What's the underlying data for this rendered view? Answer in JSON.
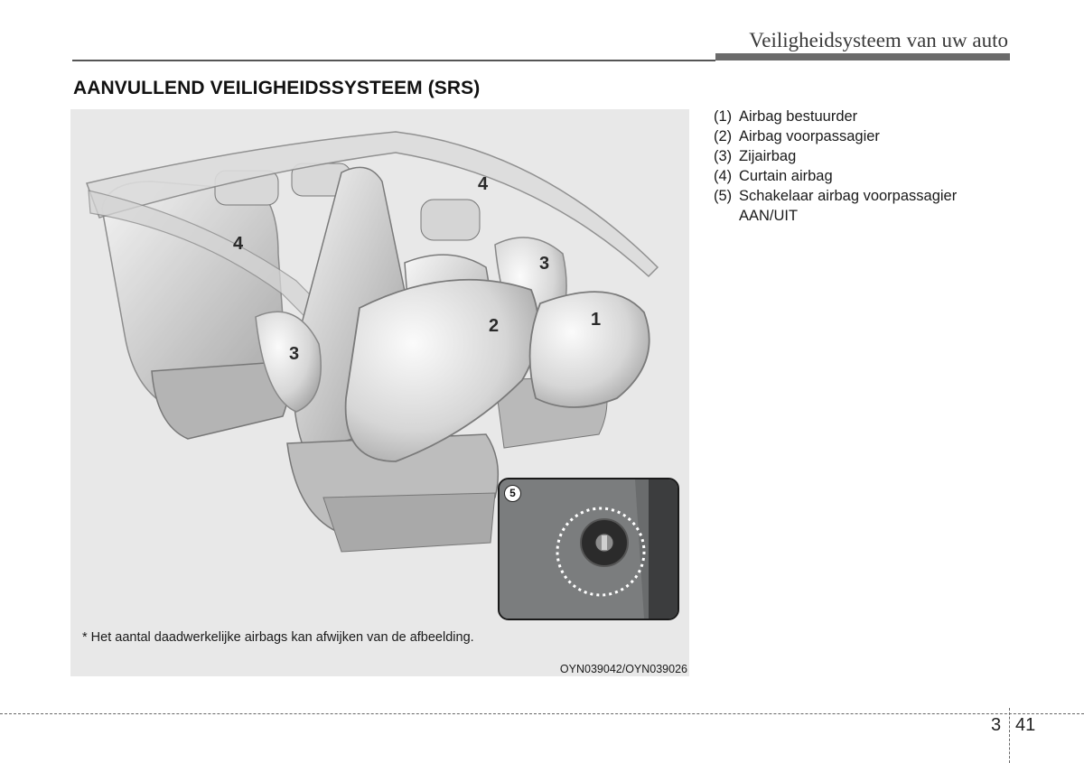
{
  "header": {
    "title": "Veiligheidsysteem van uw auto"
  },
  "section": {
    "title": "AANVULLEND VEILIGHEIDSSYSTEEM (SRS)"
  },
  "figure": {
    "callouts": [
      "4",
      "4",
      "3",
      "3",
      "2",
      "1"
    ],
    "inset_badge": "5",
    "footnote": "* Het aantal daadwerkelijke airbags kan afwijken van de afbeelding.",
    "code": "OYN039042/OYN039026"
  },
  "legend": [
    {
      "num": "(1)",
      "text": "Airbag bestuurder"
    },
    {
      "num": "(2)",
      "text": "Airbag voorpassagier"
    },
    {
      "num": "(3)",
      "text": "Zijairbag"
    },
    {
      "num": "(4)",
      "text": "Curtain airbag"
    },
    {
      "num": "(5)",
      "text": "Schakelaar airbag voorpassagier AAN/UIT"
    }
  ],
  "footer": {
    "chapter": "3",
    "page": "41"
  }
}
